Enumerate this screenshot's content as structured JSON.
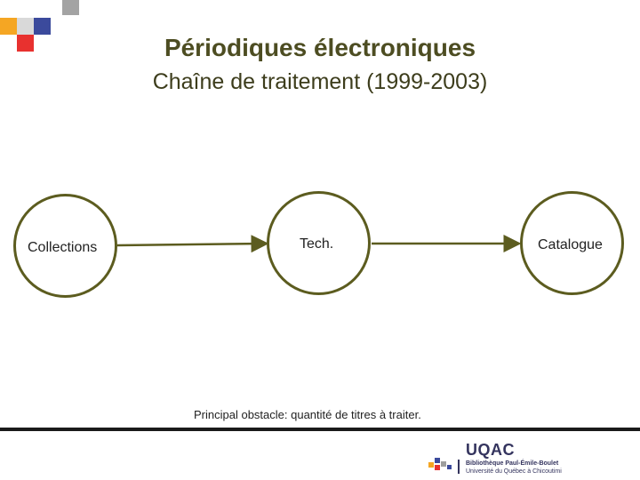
{
  "slide": {
    "title": "Périodiques électroniques",
    "subtitle": "Chaîne de traitement (1999-2003)",
    "footnote": "Principal obstacle: quantité de titres à traiter."
  },
  "diagram": {
    "nodes": [
      {
        "id": "collections",
        "label": "Collections"
      },
      {
        "id": "tech",
        "label": "Tech."
      },
      {
        "id": "catalogue",
        "label": "Catalogue"
      }
    ],
    "edges": [
      {
        "from": "collections",
        "to": "tech"
      },
      {
        "from": "tech",
        "to": "catalogue"
      }
    ],
    "colors": {
      "node_border": "#5c5c1f",
      "edge": "#5c5c1f"
    }
  },
  "logo": {
    "name": "UQAC",
    "line1": "Bibliothèque Paul-Émile-Boulet",
    "line2": "Université du Québec à Chicoutimi"
  },
  "decor": {
    "colors": [
      "#f5a623",
      "#e8312f",
      "#3b4a9c",
      "#9e9e9e"
    ]
  }
}
